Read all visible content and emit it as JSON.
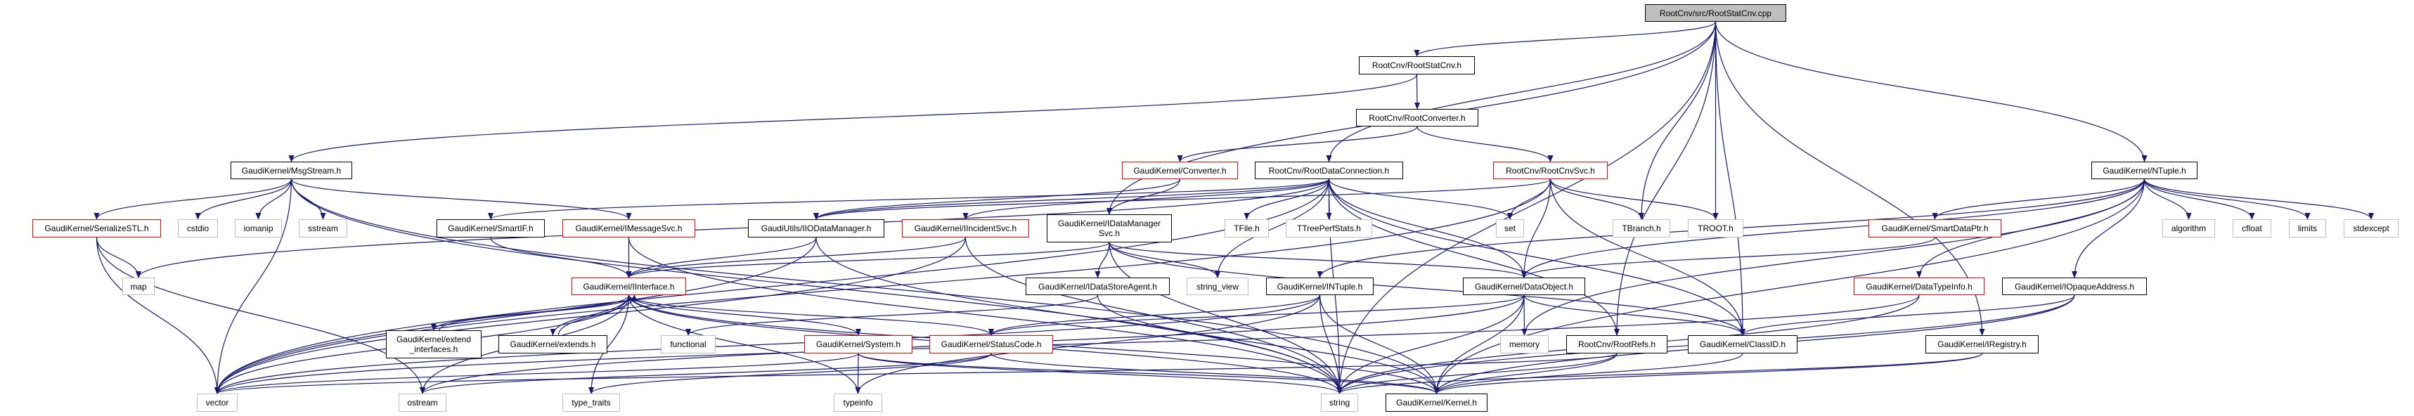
{
  "colors": {
    "edge": "#191970",
    "normal_border": "#000000",
    "missing_border": "#ff0000",
    "external_border": "#bfbfbf",
    "root_fill": "#bfbfbf"
  },
  "nodes": [
    {
      "id": "root",
      "label": [
        "RootCnv/src/RootStatCnv.cpp"
      ],
      "kind": "root"
    },
    {
      "id": "rootstatcnv",
      "label": [
        "RootCnv/RootStatCnv.h"
      ],
      "kind": "normal"
    },
    {
      "id": "rootconverter",
      "label": [
        "RootCnv/RootConverter.h"
      ],
      "kind": "normal"
    },
    {
      "id": "msgstream",
      "label": [
        "GaudiKernel/MsgStream.h"
      ],
      "kind": "normal"
    },
    {
      "id": "converter",
      "label": [
        "GaudiKernel/Converter.h"
      ],
      "kind": "red"
    },
    {
      "id": "rootdataconn",
      "label": [
        "RootCnv/RootDataConnection.h"
      ],
      "kind": "normal"
    },
    {
      "id": "rootcnvsvc",
      "label": [
        "RootCnv/RootCnvSvc.h"
      ],
      "kind": "red"
    },
    {
      "id": "ntuple",
      "label": [
        "GaudiKernel/NTuple.h"
      ],
      "kind": "normal"
    },
    {
      "id": "serializestl",
      "label": [
        "GaudiKernel/SerializeSTL.h"
      ],
      "kind": "red"
    },
    {
      "id": "cstdio",
      "label": [
        "cstdio"
      ],
      "kind": "gray"
    },
    {
      "id": "iomanip",
      "label": [
        "iomanip"
      ],
      "kind": "gray"
    },
    {
      "id": "sstream",
      "label": [
        "sstream"
      ],
      "kind": "gray"
    },
    {
      "id": "smartif",
      "label": [
        "GaudiKernel/SmartIF.h"
      ],
      "kind": "normal"
    },
    {
      "id": "imessagesvc",
      "label": [
        "GaudiKernel/IMessageSvc.h"
      ],
      "kind": "red"
    },
    {
      "id": "iiodatamanager",
      "label": [
        "GaudiUtils/IIODataManager.h"
      ],
      "kind": "normal"
    },
    {
      "id": "iincidentsvc",
      "label": [
        "GaudiKernel/IIncidentSvc.h"
      ],
      "kind": "red"
    },
    {
      "id": "idatamanagersvc",
      "label": [
        "GaudiKernel/IDataManager",
        "Svc.h"
      ],
      "kind": "normal"
    },
    {
      "id": "tfile",
      "label": [
        "TFile.h"
      ],
      "kind": "gray"
    },
    {
      "id": "ttreeperfstats",
      "label": [
        "TTreePerfStats.h"
      ],
      "kind": "gray"
    },
    {
      "id": "set",
      "label": [
        "set"
      ],
      "kind": "gray"
    },
    {
      "id": "tbranch",
      "label": [
        "TBranch.h"
      ],
      "kind": "gray"
    },
    {
      "id": "troot",
      "label": [
        "TROOT.h"
      ],
      "kind": "gray"
    },
    {
      "id": "smartdataptr",
      "label": [
        "GaudiKernel/SmartDataPtr.h"
      ],
      "kind": "red"
    },
    {
      "id": "algorithm",
      "label": [
        "algorithm"
      ],
      "kind": "gray"
    },
    {
      "id": "cfloat",
      "label": [
        "cfloat"
      ],
      "kind": "gray"
    },
    {
      "id": "limits",
      "label": [
        "limits"
      ],
      "kind": "gray"
    },
    {
      "id": "stdexcept",
      "label": [
        "stdexcept"
      ],
      "kind": "gray"
    },
    {
      "id": "map",
      "label": [
        "map"
      ],
      "kind": "gray"
    },
    {
      "id": "iinterface",
      "label": [
        "GaudiKernel/IInterface.h"
      ],
      "kind": "red"
    },
    {
      "id": "idatastoreagent",
      "label": [
        "GaudiKernel/IDataStoreAgent.h"
      ],
      "kind": "normal"
    },
    {
      "id": "string_view",
      "label": [
        "string_view"
      ],
      "kind": "gray"
    },
    {
      "id": "intuple",
      "label": [
        "GaudiKernel/INTuple.h"
      ],
      "kind": "normal"
    },
    {
      "id": "dataobject",
      "label": [
        "GaudiKernel/DataObject.h"
      ],
      "kind": "normal"
    },
    {
      "id": "datatypeinfo",
      "label": [
        "GaudiKernel/DataTypeInfo.h"
      ],
      "kind": "red"
    },
    {
      "id": "iopaqueaddress",
      "label": [
        "GaudiKernel/IOpaqueAddress.h"
      ],
      "kind": "normal"
    },
    {
      "id": "extend_interfaces",
      "label": [
        "GaudiKernel/extend",
        "_interfaces.h"
      ],
      "kind": "normal"
    },
    {
      "id": "extends",
      "label": [
        "GaudiKernel/extends.h"
      ],
      "kind": "normal"
    },
    {
      "id": "functional",
      "label": [
        "functional"
      ],
      "kind": "gray"
    },
    {
      "id": "system",
      "label": [
        "GaudiKernel/System.h"
      ],
      "kind": "red"
    },
    {
      "id": "statuscode",
      "label": [
        "GaudiKernel/StatusCode.h"
      ],
      "kind": "red"
    },
    {
      "id": "memory",
      "label": [
        "memory"
      ],
      "kind": "gray"
    },
    {
      "id": "rootrefs",
      "label": [
        "RootCnv/RootRefs.h"
      ],
      "kind": "normal"
    },
    {
      "id": "classid",
      "label": [
        "GaudiKernel/ClassID.h"
      ],
      "kind": "normal"
    },
    {
      "id": "iregistry",
      "label": [
        "GaudiKernel/IRegistry.h"
      ],
      "kind": "normal"
    },
    {
      "id": "vector",
      "label": [
        "vector"
      ],
      "kind": "gray"
    },
    {
      "id": "ostream",
      "label": [
        "ostream"
      ],
      "kind": "gray"
    },
    {
      "id": "type_traits",
      "label": [
        "type_traits"
      ],
      "kind": "gray"
    },
    {
      "id": "typeinfo",
      "label": [
        "typeinfo"
      ],
      "kind": "gray"
    },
    {
      "id": "string",
      "label": [
        "string"
      ],
      "kind": "gray"
    },
    {
      "id": "kernel",
      "label": [
        "GaudiKernel/Kernel.h"
      ],
      "kind": "normal"
    }
  ],
  "edges": [
    [
      "root",
      "rootstatcnv"
    ],
    [
      "root",
      "idatamanagersvc"
    ],
    [
      "root",
      "rootdataconn"
    ],
    [
      "root",
      "tbranch"
    ],
    [
      "root",
      "troot"
    ],
    [
      "root",
      "classid"
    ],
    [
      "root",
      "string"
    ],
    [
      "root",
      "iregistry"
    ],
    [
      "root",
      "ntuple"
    ],
    [
      "root",
      "rootrefs"
    ],
    [
      "rootstatcnv",
      "rootconverter"
    ],
    [
      "rootstatcnv",
      "msgstream"
    ],
    [
      "rootconverter",
      "converter"
    ],
    [
      "rootconverter",
      "rootcnvsvc"
    ],
    [
      "msgstream",
      "serializestl"
    ],
    [
      "msgstream",
      "cstdio"
    ],
    [
      "msgstream",
      "iomanip"
    ],
    [
      "msgstream",
      "sstream"
    ],
    [
      "msgstream",
      "imessagesvc"
    ],
    [
      "msgstream",
      "vector"
    ],
    [
      "msgstream",
      "kernel"
    ],
    [
      "msgstream",
      "string"
    ],
    [
      "converter",
      "idatamanagersvc"
    ],
    [
      "converter",
      "iiodatamanager"
    ],
    [
      "rootdataconn",
      "iiodatamanager"
    ],
    [
      "rootdataconn",
      "iincidentsvc"
    ],
    [
      "rootdataconn",
      "smartif"
    ],
    [
      "rootdataconn",
      "string_view"
    ],
    [
      "rootdataconn",
      "tfile"
    ],
    [
      "rootdataconn",
      "ttreeperfstats"
    ],
    [
      "rootdataconn",
      "string"
    ],
    [
      "rootdataconn",
      "set"
    ],
    [
      "rootdataconn",
      "classid"
    ],
    [
      "rootdataconn",
      "rootrefs"
    ],
    [
      "rootdataconn",
      "map"
    ],
    [
      "rootdataconn",
      "vector"
    ],
    [
      "rootdataconn",
      "dataobject"
    ],
    [
      "rootcnvsvc",
      "set"
    ],
    [
      "rootcnvsvc",
      "tbranch"
    ],
    [
      "rootcnvsvc",
      "troot"
    ],
    [
      "rootcnvsvc",
      "dataobject"
    ],
    [
      "rootcnvsvc",
      "classid"
    ],
    [
      "rootcnvsvc",
      "iiodatamanager"
    ],
    [
      "rootcnvsvc",
      "vector"
    ],
    [
      "ntuple",
      "smartdataptr"
    ],
    [
      "ntuple",
      "algorithm"
    ],
    [
      "ntuple",
      "cfloat"
    ],
    [
      "ntuple",
      "limits"
    ],
    [
      "ntuple",
      "stdexcept"
    ],
    [
      "ntuple",
      "datatypeinfo"
    ],
    [
      "ntuple",
      "iopaqueaddress"
    ],
    [
      "ntuple",
      "intuple"
    ],
    [
      "ntuple",
      "dataobject"
    ],
    [
      "ntuple",
      "memory"
    ],
    [
      "ntuple",
      "kernel"
    ],
    [
      "serializestl",
      "map"
    ],
    [
      "serializestl",
      "vector"
    ],
    [
      "serializestl",
      "ostream"
    ],
    [
      "smartif",
      "iinterface"
    ],
    [
      "imessagesvc",
      "iinterface"
    ],
    [
      "imessagesvc",
      "string"
    ],
    [
      "iiodatamanager",
      "iinterface"
    ],
    [
      "iiodatamanager",
      "vector"
    ],
    [
      "iiodatamanager",
      "string"
    ],
    [
      "iincidentsvc",
      "iinterface"
    ],
    [
      "iincidentsvc",
      "string"
    ],
    [
      "iincidentsvc",
      "vector"
    ],
    [
      "idatamanagersvc",
      "iinterface"
    ],
    [
      "idatamanagersvc",
      "idatastoreagent"
    ],
    [
      "idatamanagersvc",
      "string_view"
    ],
    [
      "idatamanagersvc",
      "string"
    ],
    [
      "idatamanagersvc",
      "dataobject"
    ],
    [
      "idatamanagersvc",
      "classid"
    ],
    [
      "smartdataptr",
      "dataobject"
    ],
    [
      "iinterface",
      "extend_interfaces"
    ],
    [
      "iinterface",
      "extends"
    ],
    [
      "iinterface",
      "system"
    ],
    [
      "iinterface",
      "statuscode"
    ],
    [
      "iinterface",
      "ostream"
    ],
    [
      "iinterface",
      "type_traits"
    ],
    [
      "iinterface",
      "typeinfo"
    ],
    [
      "iinterface",
      "vector"
    ],
    [
      "iinterface",
      "string"
    ],
    [
      "iinterface",
      "kernel"
    ],
    [
      "extend_interfaces",
      "iinterface"
    ],
    [
      "extends",
      "iinterface"
    ],
    [
      "idatastoreagent",
      "functional"
    ],
    [
      "idatastoreagent",
      "kernel"
    ],
    [
      "intuple",
      "statuscode"
    ],
    [
      "intuple",
      "string"
    ],
    [
      "intuple",
      "kernel"
    ],
    [
      "intuple",
      "typeinfo"
    ],
    [
      "intuple",
      "vector"
    ],
    [
      "dataobject",
      "memory"
    ],
    [
      "dataobject",
      "string"
    ],
    [
      "dataobject",
      "classid"
    ],
    [
      "dataobject",
      "statuscode"
    ],
    [
      "dataobject",
      "kernel"
    ],
    [
      "dataobject",
      "ostream"
    ],
    [
      "datatypeinfo",
      "string"
    ],
    [
      "datatypeinfo",
      "vector"
    ],
    [
      "iopaqueaddress",
      "classid"
    ],
    [
      "iopaqueaddress",
      "string"
    ],
    [
      "iopaqueaddress",
      "kernel"
    ],
    [
      "system",
      "typeinfo"
    ],
    [
      "system",
      "string"
    ],
    [
      "system",
      "vector"
    ],
    [
      "system",
      "kernel"
    ],
    [
      "statuscode",
      "ostream"
    ],
    [
      "statuscode",
      "kernel"
    ],
    [
      "statuscode",
      "type_traits"
    ],
    [
      "rootrefs",
      "string"
    ],
    [
      "rootrefs",
      "kernel"
    ],
    [
      "rootrefs",
      "vector"
    ],
    [
      "classid",
      "kernel"
    ],
    [
      "iregistry",
      "string"
    ],
    [
      "iregistry",
      "kernel"
    ]
  ]
}
